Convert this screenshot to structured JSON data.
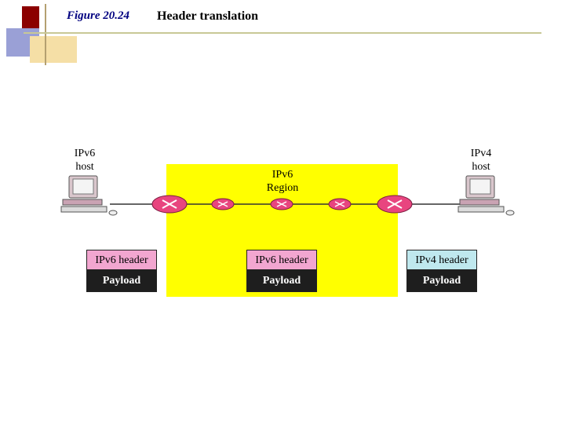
{
  "slide": {
    "figure_number": "Figure 20.24",
    "title": "Header translation"
  },
  "diagram": {
    "left_host": {
      "line1": "IPv6",
      "line2": "host"
    },
    "right_host": {
      "line1": "IPv4",
      "line2": "host"
    },
    "region": {
      "line1": "IPv6",
      "line2": "Region"
    },
    "packets": [
      {
        "header": "IPv6 header",
        "payload": "Payload",
        "header_color": "#f2a6d0"
      },
      {
        "header": "IPv6 header",
        "payload": "Payload",
        "header_color": "#f2a6d0"
      },
      {
        "header": "IPv4 header",
        "payload": "Payload",
        "header_color": "#bfe8ee"
      }
    ],
    "colors": {
      "region": "#ffff00",
      "router": "#e8457f",
      "payload": "#1e1e1e"
    }
  }
}
